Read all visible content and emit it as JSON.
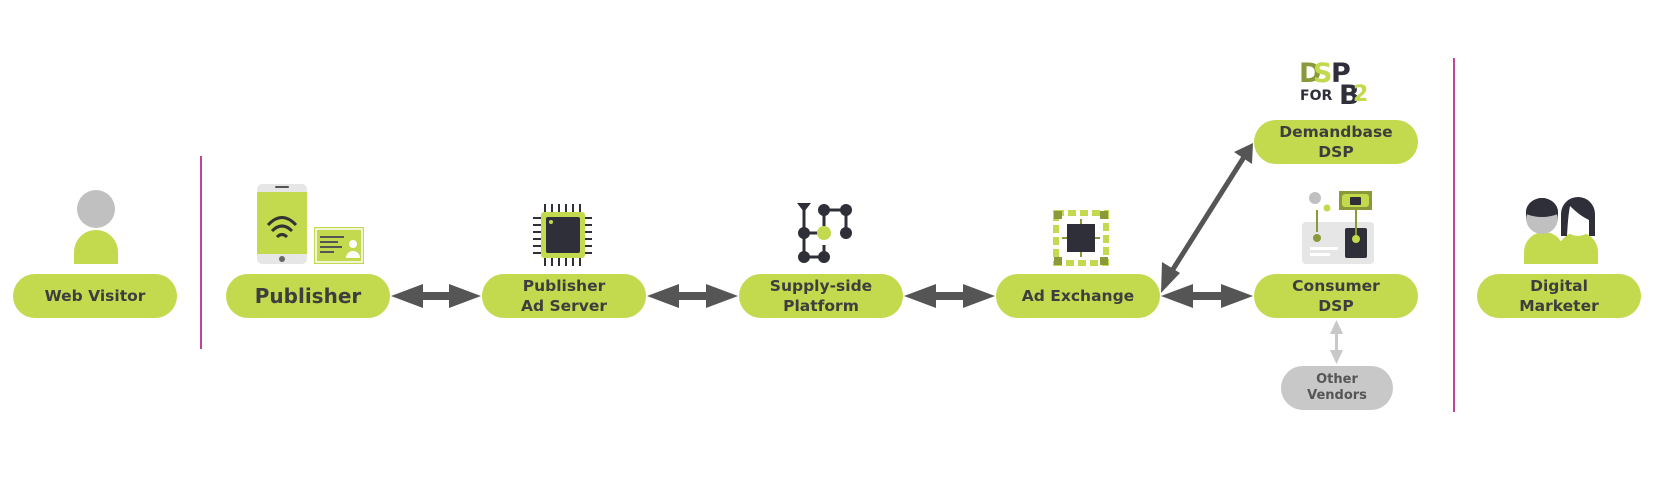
{
  "nodes": {
    "web_visitor": "Web Visitor",
    "publisher": "Publisher",
    "publisher_ad_server": [
      "Publisher",
      "Ad Server"
    ],
    "ssp": [
      "Supply-side",
      "Platform"
    ],
    "ad_exchange": "Ad Exchange",
    "demandbase_dsp": [
      "Demandbase",
      "DSP"
    ],
    "consumer_dsp": [
      "Consumer",
      "DSP"
    ],
    "other_vendors": [
      "Other",
      "Vendors"
    ],
    "digital_marketer": [
      "Digital",
      "Marketer"
    ]
  },
  "logo": {
    "line1a": "D",
    "line1b": "S",
    "line1c": "P",
    "line2": "FOR",
    "b_mark": "B",
    "exp": "2"
  },
  "colors": {
    "accent": "#c3d94e",
    "arrow": "#555555",
    "separator": "#c0449a",
    "light_arrow": "#c8c8c8",
    "olive": "#8a9a3a",
    "dark": "#2f2f3a"
  }
}
